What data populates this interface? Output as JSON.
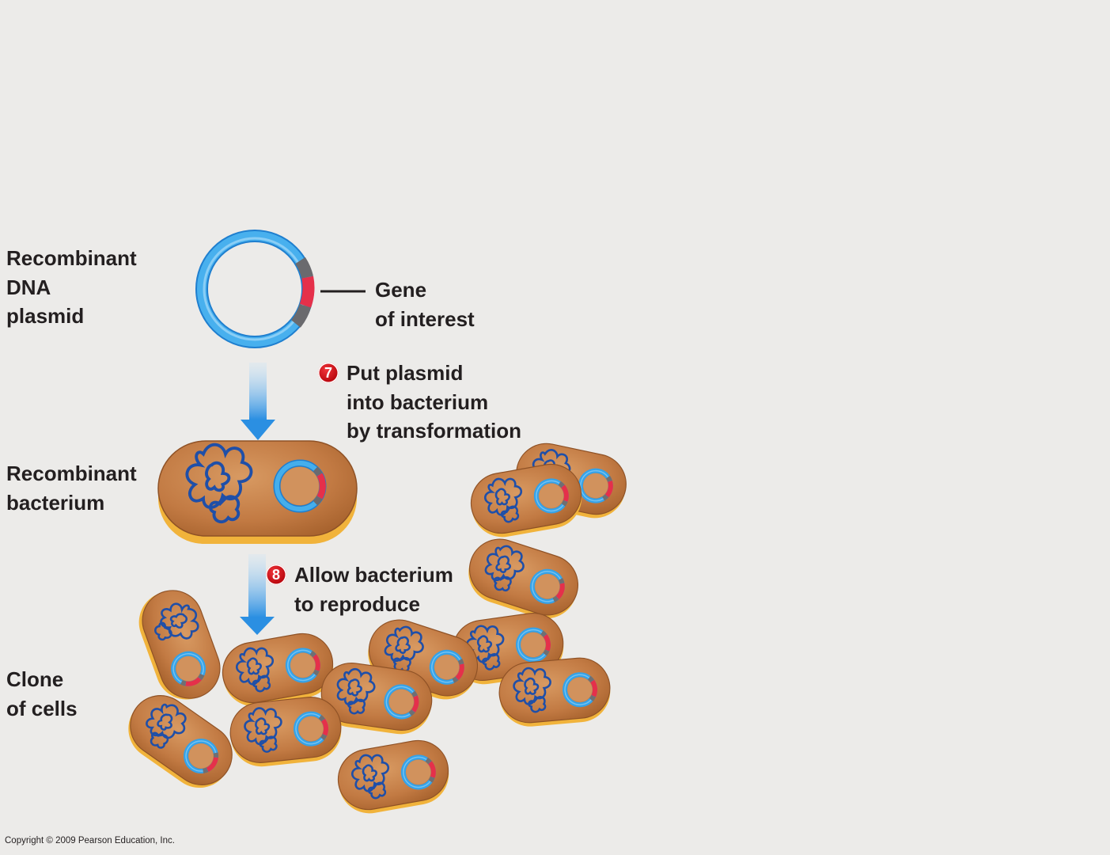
{
  "labels": {
    "plasmid": [
      "Recombinant",
      "DNA",
      "plasmid"
    ],
    "gene": [
      "Gene",
      "of interest"
    ],
    "bacterium": [
      "Recombinant",
      "bacterium"
    ],
    "clone": [
      "Clone",
      "of cells"
    ]
  },
  "steps": [
    {
      "number": "7",
      "lines": [
        "Put plasmid",
        "into bacterium",
        "by transformation"
      ]
    },
    {
      "number": "8",
      "lines": [
        "Allow bacterium",
        "to reproduce"
      ]
    }
  ],
  "copyright": "Copyright © 2009 Pearson Education, Inc.",
  "icons": [
    "plasmid-icon",
    "bacterium-icon",
    "arrow-down-icon",
    "gene-segment-icon",
    "chromosome-icon"
  ],
  "colors": {
    "background": "#ecebe9",
    "plasmid_blue": "#2f9be0",
    "gene_red": "#e5304a",
    "gene_flank_gray": "#6f6f72",
    "cell_body": "#c8824a",
    "cell_rim": "#f1b33b",
    "chromosome": "#1f4fa8",
    "arrow": "#2f8fe0",
    "badge": "#d6161d"
  }
}
